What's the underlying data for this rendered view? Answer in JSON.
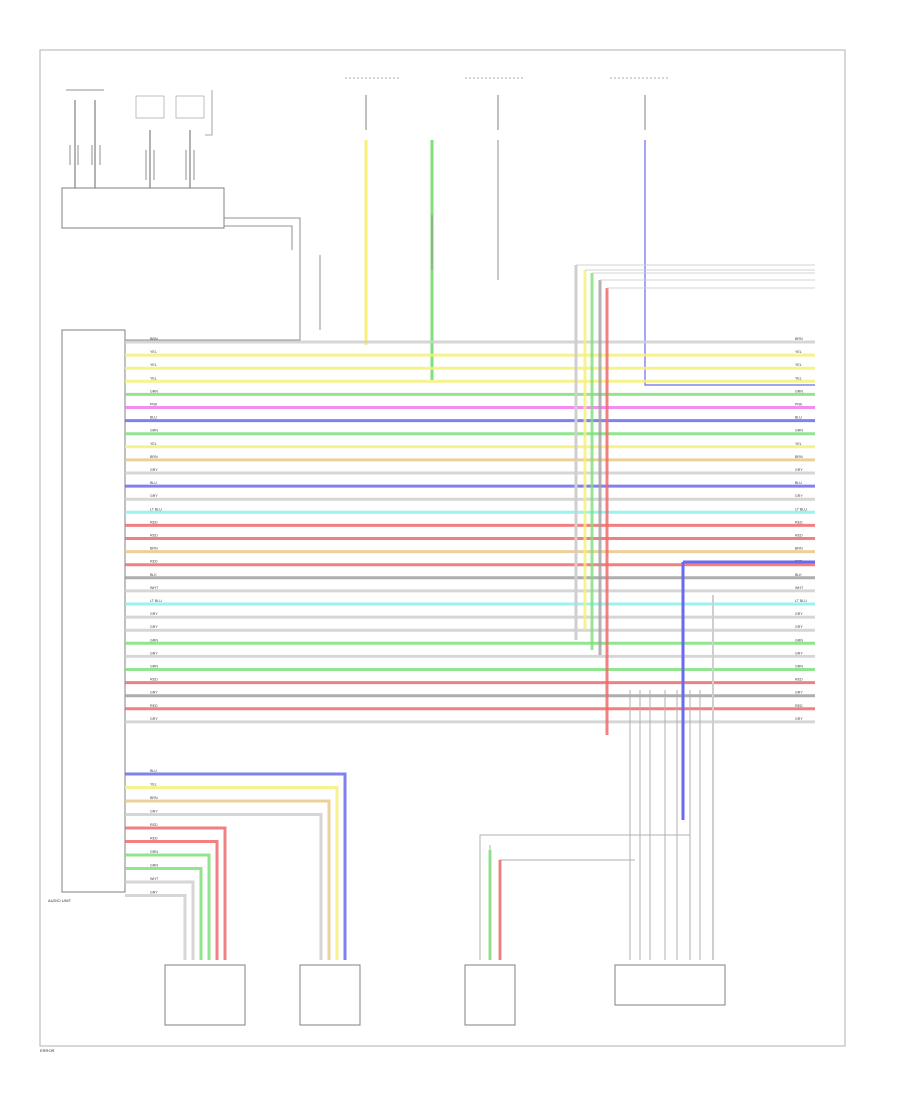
{
  "colors": {
    "frame": "#b0b0b0",
    "box": "#808080",
    "yellow": "#f4f07a",
    "green": "#7ee07a",
    "red": "#f06a6a",
    "magenta": "#f07af0",
    "blue": "#6a6af0",
    "cyan": "#8af0f0",
    "gray": "#a0a0a0",
    "light": "#cfcfcf",
    "tan": "#e8c888"
  },
  "wires": [
    {
      "label": "BRN",
      "color": "light"
    },
    {
      "label": "YEL",
      "color": "yellow"
    },
    {
      "label": "YEL",
      "color": "yellow"
    },
    {
      "label": "YEL",
      "color": "yellow"
    },
    {
      "label": "GRN",
      "color": "green"
    },
    {
      "label": "PNK",
      "color": "magenta"
    },
    {
      "label": "BLU",
      "color": "blue"
    },
    {
      "label": "GRN",
      "color": "green"
    },
    {
      "label": "YEL",
      "color": "yellow"
    },
    {
      "label": "BRN",
      "color": "tan"
    },
    {
      "label": "GRY",
      "color": "light"
    },
    {
      "label": "BLU",
      "color": "blue"
    },
    {
      "label": "GRY",
      "color": "light"
    },
    {
      "label": "LT BLU",
      "color": "cyan"
    },
    {
      "label": "RED",
      "color": "red"
    },
    {
      "label": "RED",
      "color": "red"
    },
    {
      "label": "BRN",
      "color": "tan"
    },
    {
      "label": "RED",
      "color": "red"
    },
    {
      "label": "BLK",
      "color": "gray"
    },
    {
      "label": "WHT",
      "color": "light"
    },
    {
      "label": "LT BLU",
      "color": "cyan"
    },
    {
      "label": "GRY",
      "color": "light"
    },
    {
      "label": "GRY",
      "color": "light"
    },
    {
      "label": "GRN",
      "color": "green"
    },
    {
      "label": "GRY",
      "color": "light"
    },
    {
      "label": "GRN",
      "color": "green"
    },
    {
      "label": "RED",
      "color": "red"
    },
    {
      "label": "GRY",
      "color": "gray"
    },
    {
      "label": "RED",
      "color": "red"
    },
    {
      "label": "GRY",
      "color": "light"
    }
  ],
  "bottom_wires": [
    {
      "label": "BLU",
      "color": "blue"
    },
    {
      "label": "YEL",
      "color": "yellow"
    },
    {
      "label": "BRN",
      "color": "tan"
    },
    {
      "label": "GRY",
      "color": "light"
    },
    {
      "label": "RED",
      "color": "red"
    },
    {
      "label": "RED",
      "color": "red"
    },
    {
      "label": "GRN",
      "color": "green"
    },
    {
      "label": "GRN",
      "color": "green"
    },
    {
      "label": "WHT",
      "color": "light"
    },
    {
      "label": "GRY",
      "color": "light"
    }
  ],
  "labels": {
    "audio_unit": "AUDIO UNIT",
    "footer": "ERROR"
  }
}
